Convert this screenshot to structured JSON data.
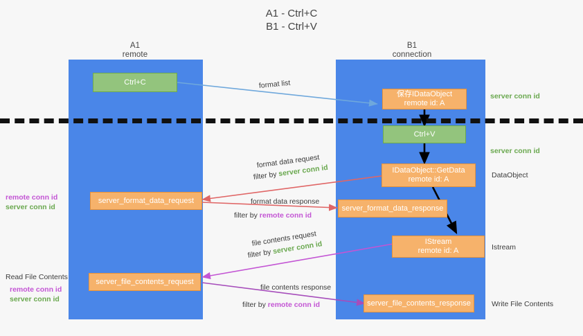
{
  "title": {
    "line1": "A1 - Ctrl+C",
    "line2": "B1 - Ctrl+V"
  },
  "lanes": [
    {
      "name": "A1",
      "sub": "remote"
    },
    {
      "name": "B1",
      "sub": "connection"
    }
  ],
  "boxes": {
    "ctrl_c": {
      "label": "Ctrl+C",
      "color": "#93c47d"
    },
    "store_dataobject": {
      "line1": "保存IDataObject",
      "line2": "remote id: A",
      "color": "#f6b26b"
    },
    "ctrl_v": {
      "label": "Ctrl+V",
      "color": "#93c47d"
    },
    "getdata": {
      "line1": "IDataObject::GetData",
      "line2": "remote id: A",
      "color": "#f6b26b"
    },
    "istream": {
      "line1": "IStream",
      "line2": "remote id: A",
      "color": "#f6b26b"
    },
    "format_data_request": {
      "label": "server_format_data_request",
      "color": "#f6b26b"
    },
    "format_data_response": {
      "label": "server_format_data_response",
      "color": "#f6b26b"
    },
    "file_contents_request": {
      "label": "server_file_contents_request",
      "color": "#f6b26b"
    },
    "file_contents_response": {
      "label": "server_file_contents_response",
      "color": "#f6b26b"
    }
  },
  "edge_labels": {
    "format_list": "format list",
    "format_data_request": "format data request",
    "format_data_request_filter_pre": "filter by ",
    "format_data_request_filter_key": "server conn id",
    "format_data_response": "format data response",
    "format_data_response_filter_pre": "filter by ",
    "format_data_response_filter_key": "remote conn id",
    "file_contents_request": "file contents request",
    "file_contents_request_filter_pre": "filter by ",
    "file_contents_request_filter_key": "server conn id",
    "file_contents_response": "file contents response",
    "file_contents_response_filter_pre": "filter by ",
    "file_contents_response_filter_key": "remote conn id"
  },
  "right_notes": [
    {
      "text": "server conn id",
      "kind": "green"
    },
    {
      "text": "server conn id",
      "kind": "green"
    },
    {
      "text": "DataObject",
      "kind": "plain"
    },
    {
      "text": "Istream",
      "kind": "plain"
    },
    {
      "text": "Write File Contents",
      "kind": "plain"
    }
  ],
  "left_notes": {
    "mid": {
      "remote": "remote conn id",
      "server": "server conn id"
    },
    "read_file_contents": "Read File Contents",
    "low": {
      "remote": "remote conn id",
      "server": "server conn id"
    }
  },
  "colors": {
    "lane": "#4a86e8",
    "green": "#93c47d",
    "orange": "#f6b26b",
    "green_text": "#6aa84f",
    "purple_text": "#c355d4",
    "arrow_blue": "#6fa8dc",
    "arrow_red": "#e06666",
    "arrow_magenta": "#c355d4",
    "arrow_purple": "#a64dbb",
    "arrow_black": "#000000",
    "background": "#f7f7f7"
  }
}
